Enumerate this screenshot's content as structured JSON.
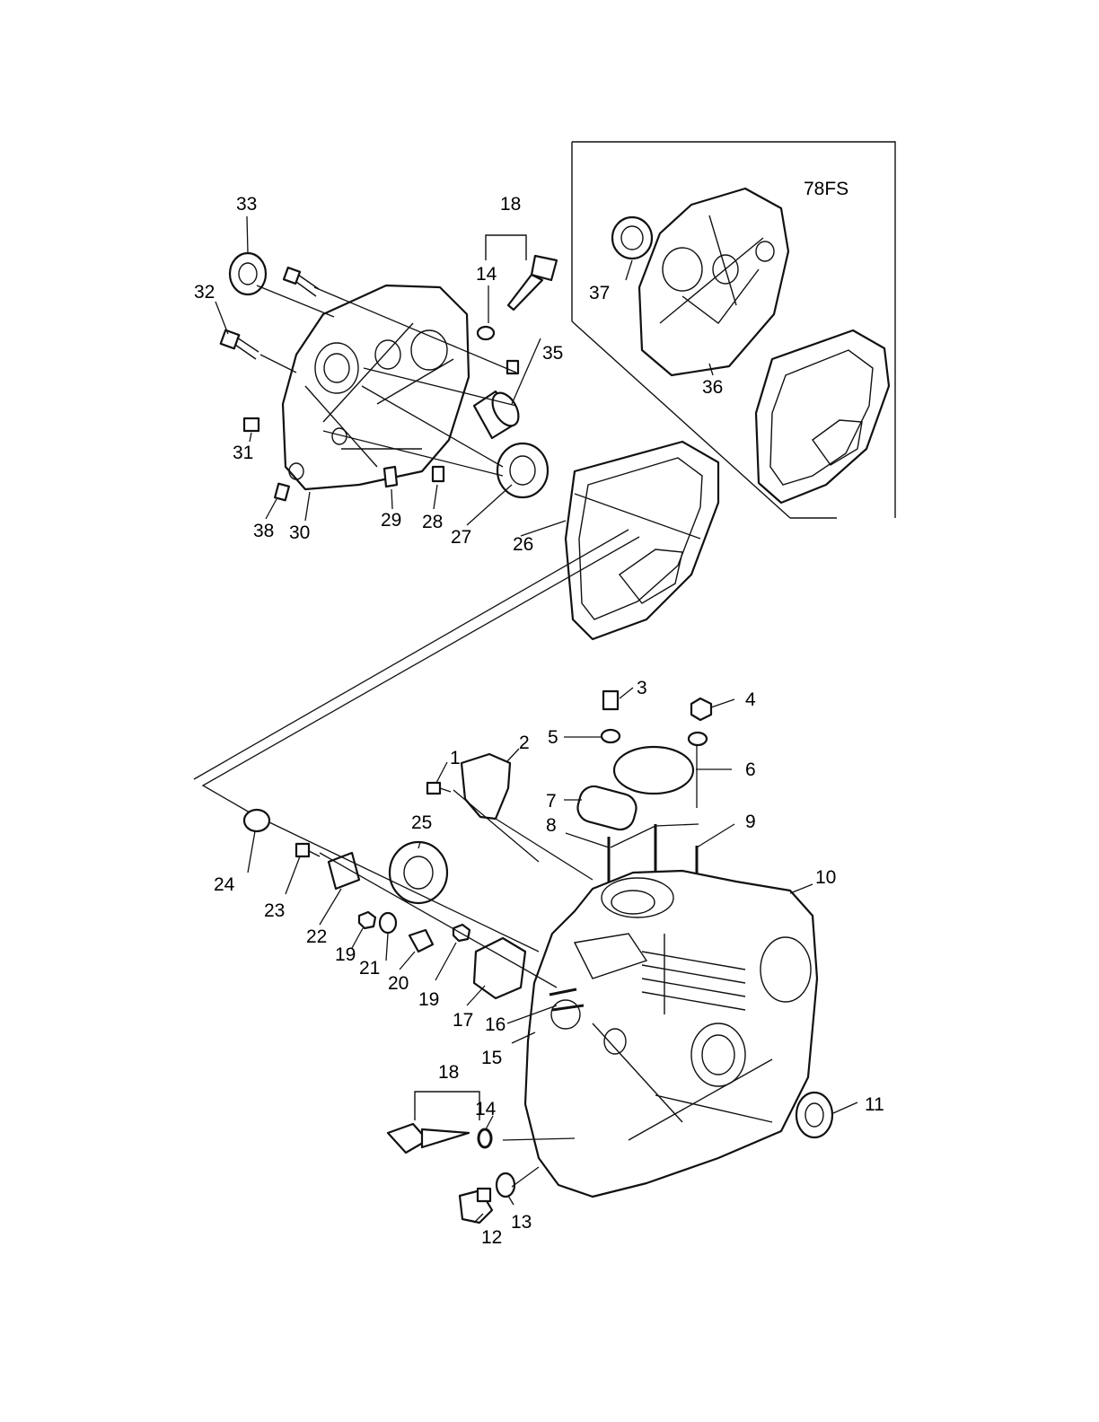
{
  "inset": {
    "title": "78FS"
  },
  "labels": {
    "p1": "1",
    "p2": "2",
    "p3": "3",
    "p4": "4",
    "p5": "5",
    "p6": "6",
    "p7": "7",
    "p8": "8",
    "p9": "9",
    "p10": "10",
    "p11": "11",
    "p12": "12",
    "p13": "13",
    "p14a": "14",
    "p14b": "14",
    "p15": "15",
    "p16": "16",
    "p17": "17",
    "p18a": "18",
    "p18b": "18",
    "p19a": "19",
    "p19b": "19",
    "p20": "20",
    "p21": "21",
    "p22": "22",
    "p23": "23",
    "p24": "24",
    "p25": "25",
    "p26": "26",
    "p27": "27",
    "p28": "28",
    "p29": "29",
    "p30": "30",
    "p31": "31",
    "p32": "32",
    "p33": "33",
    "p35": "35",
    "p36": "36",
    "p37": "37",
    "p38": "38"
  }
}
